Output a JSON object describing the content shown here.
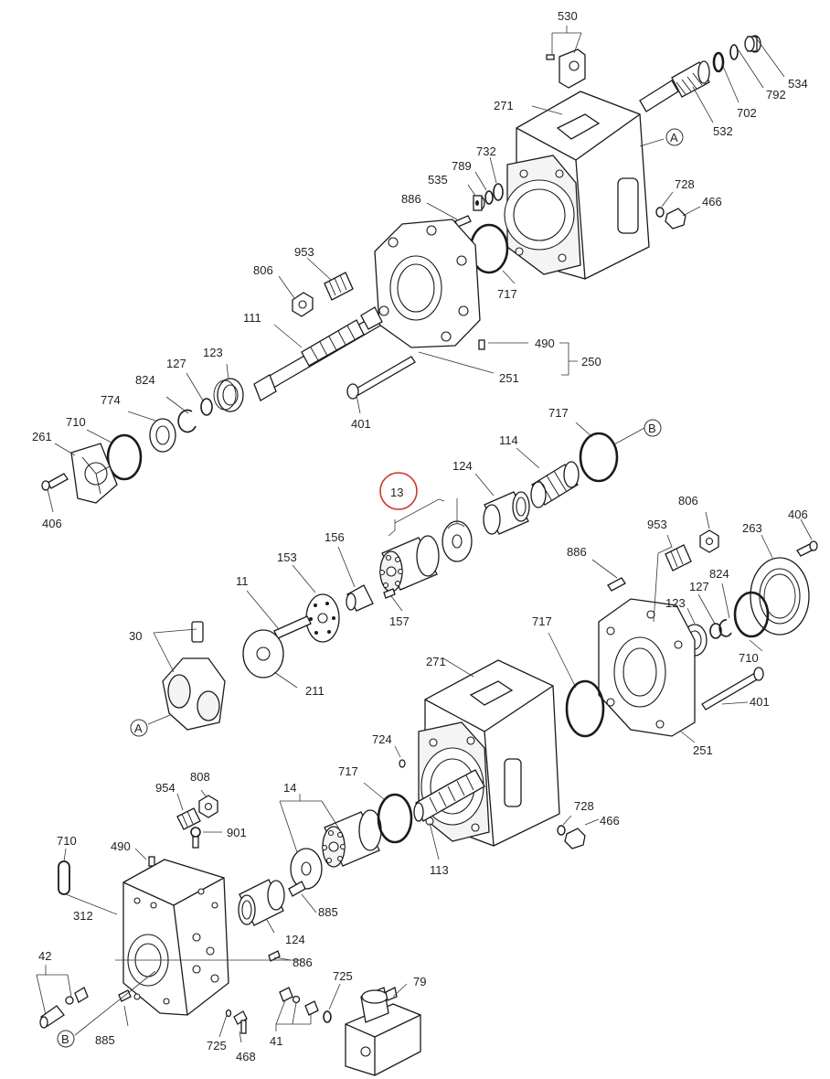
{
  "labels": {
    "p530": "530",
    "p534": "534",
    "p792": "792",
    "p702": "702",
    "p532": "532",
    "p271a": "271",
    "pA1": "A",
    "p732": "732",
    "p789": "789",
    "p535": "535",
    "p728a": "728",
    "p466a": "466",
    "p886a": "886",
    "p953a": "953",
    "p806a": "806",
    "p717a": "717",
    "p111": "111",
    "p490a": "490",
    "p250": "250",
    "p123a": "123",
    "p127a": "127",
    "p251a": "251",
    "p824a": "824",
    "p774": "774",
    "p710a": "710",
    "p261": "261",
    "p401a": "401",
    "p406a": "406",
    "p717b": "717",
    "pB1": "B",
    "p114": "114",
    "p124a": "124",
    "p13": "13",
    "p806b": "806",
    "p953b": "953",
    "p406b": "406",
    "p263": "263",
    "p886b": "886",
    "p156": "156",
    "p153": "153",
    "p11": "11",
    "p157": "157",
    "p30": "30",
    "p211": "211",
    "pA2": "A",
    "p824b": "824",
    "p127b": "127",
    "p123b": "123",
    "p710b": "710",
    "p717c": "717",
    "p271b": "271",
    "p401b": "401",
    "p251b": "251",
    "p724": "724",
    "p954": "954",
    "p808": "808",
    "p901": "901",
    "p14": "14",
    "p717d": "717",
    "p728b": "728",
    "p466b": "466",
    "p113": "113",
    "p710c": "710",
    "p490b": "490",
    "p312": "312",
    "p885a": "885",
    "p124b": "124",
    "p886c": "886",
    "p42": "42",
    "p725a": "725",
    "p79": "79",
    "pB2": "B",
    "p885b": "885",
    "p725b": "725",
    "p468": "468",
    "p41": "41"
  },
  "highlight": {
    "label": "13",
    "color": "#d0342c"
  }
}
